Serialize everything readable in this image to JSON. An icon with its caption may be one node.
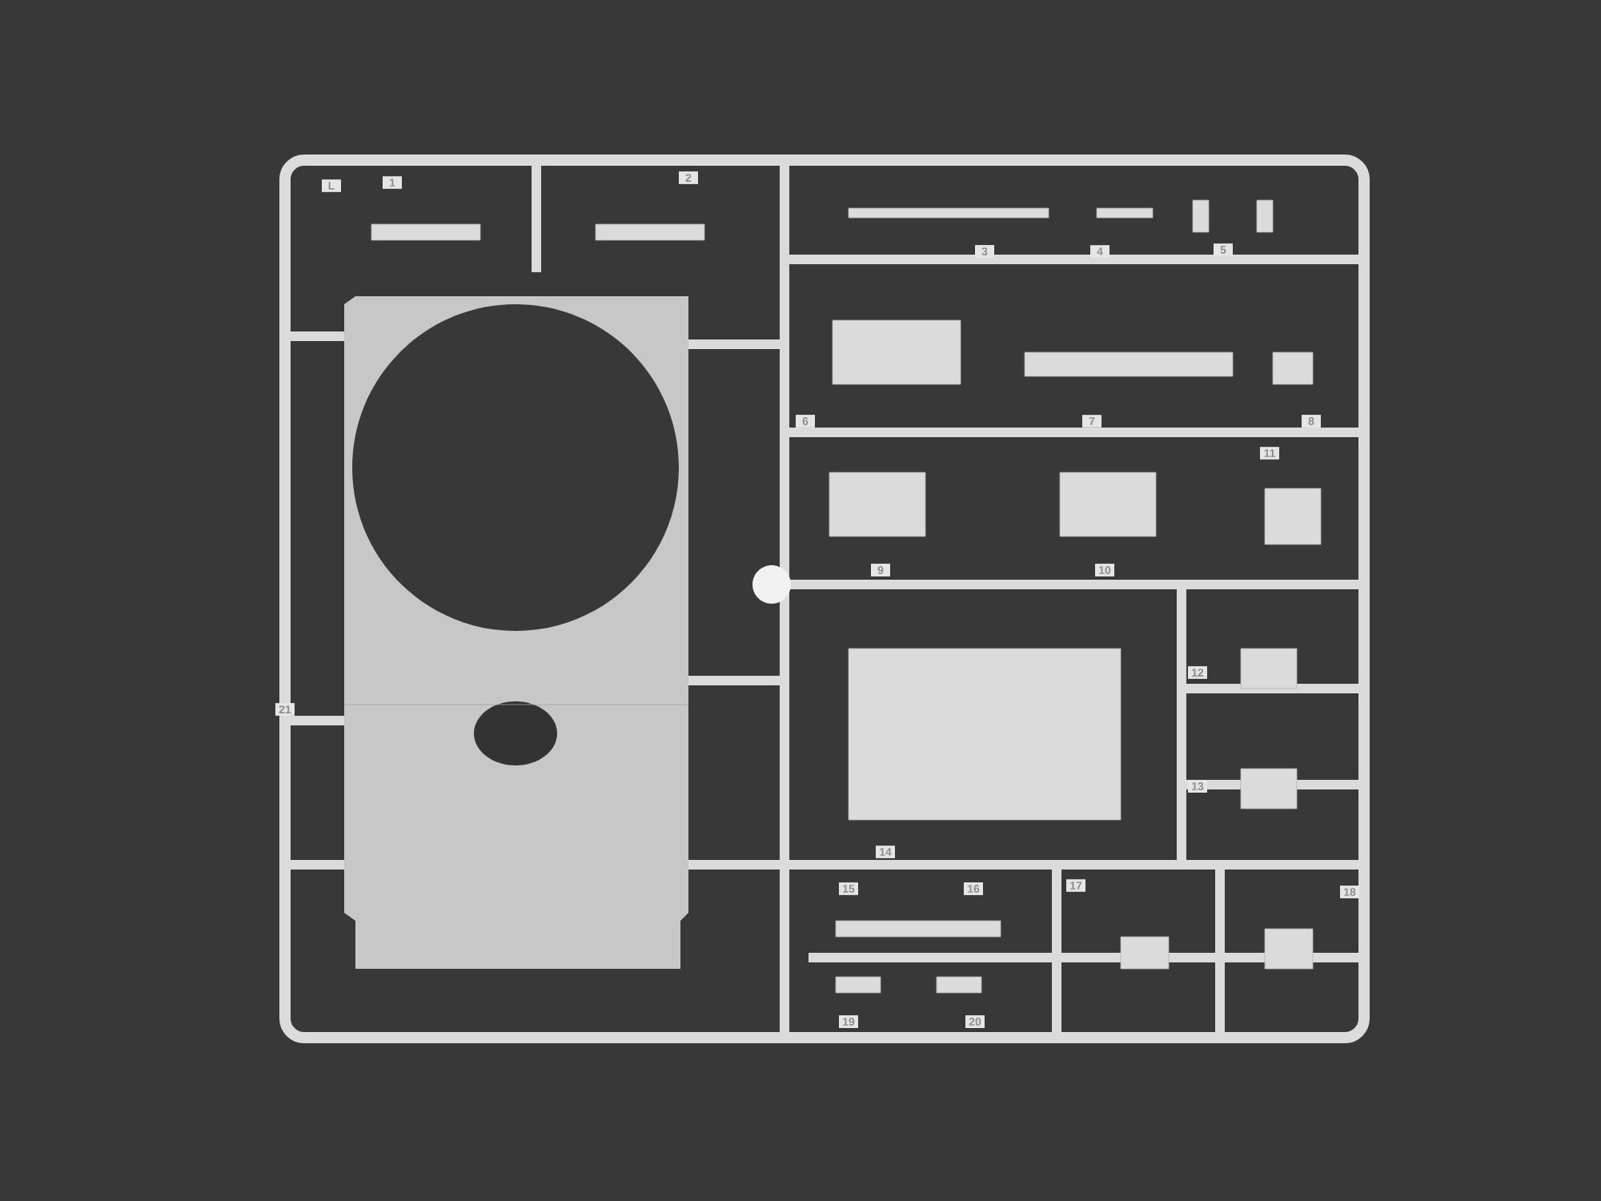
{
  "diagram": {
    "labels": [
      "L",
      "1",
      "2",
      "3",
      "4",
      "5",
      "6",
      "7",
      "8",
      "11",
      "9",
      "10",
      "12",
      "13",
      "21",
      "14",
      "15",
      "16",
      "17",
      "18",
      "19",
      "20"
    ]
  }
}
